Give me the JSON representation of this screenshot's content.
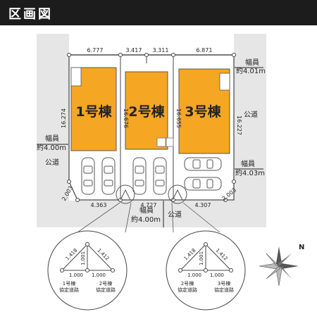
{
  "title": "区画図",
  "dims_top": [
    "6.777",
    "3.417",
    "3.311",
    "6.871"
  ],
  "dims_bottom": [
    "4.363",
    "4.727",
    "4.307"
  ],
  "dims_side": {
    "left": "16.274",
    "mid1": "16.676",
    "mid2": "16.655",
    "right": "16.227"
  },
  "dims_corner": {
    "left": "2.003",
    "right": "2.003"
  },
  "buildings": [
    {
      "label": "1号棟"
    },
    {
      "label": "2号棟"
    },
    {
      "label": "3号棟"
    }
  ],
  "roads": {
    "right_top": {
      "line1": "幅員",
      "line2": "約4.01m"
    },
    "right_label": "公道",
    "right_bottom": {
      "line1": "幅員",
      "line2": "約4.03m"
    },
    "left": {
      "line1": "幅員",
      "line2": "約4.00m",
      "line3": "公道"
    },
    "bottom": {
      "line1": "幅員",
      "line2": "約4.00m",
      "line3": "公道"
    }
  },
  "detail_left": {
    "d1": "1.418",
    "d2": "1.412",
    "d3": "1.001",
    "d4": "1.000",
    "d5": "1.000",
    "label_a_1": "1号棟",
    "label_a_2": "協定道路",
    "label_b_1": "2号棟",
    "label_b_2": "協定道路"
  },
  "detail_right": {
    "d1": "1.418",
    "d2": "1.412",
    "d3": "1.001",
    "d4": "1.000",
    "d5": "1.000",
    "label_a_1": "2号棟",
    "label_a_2": "協定道路",
    "label_b_1": "3号棟",
    "label_b_2": "協定道路"
  },
  "compass": {
    "north": "N"
  },
  "colors": {
    "building": "#f5a623",
    "road": "#e6e6e6",
    "header": "#1c1c1c"
  }
}
